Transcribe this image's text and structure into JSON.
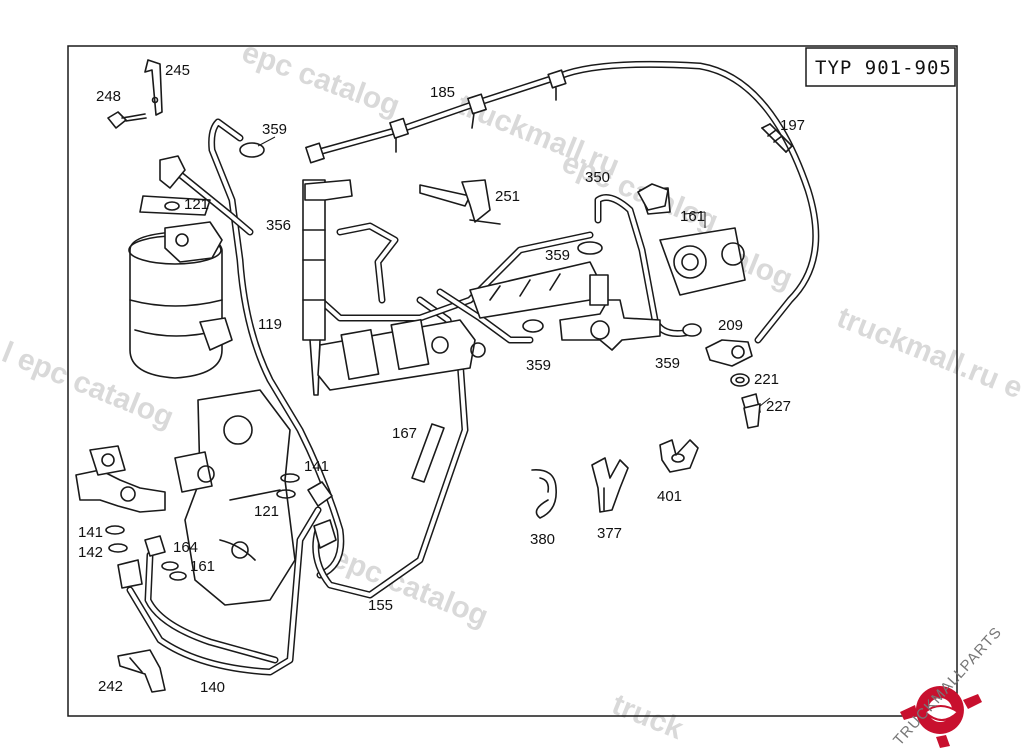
{
  "title_box": {
    "label": "TYP 901-905"
  },
  "watermarks": [
    "epc catalog",
    "truckmall.ru",
    "epc catalog",
    "catalog",
    "truckmall.ru e",
    "l epc catalog",
    "epc catalog",
    "truck"
  ],
  "brand": {
    "name": "TRUCKMALLPARTS",
    "color_primary": "#c8102e",
    "color_secondary": "#555555"
  },
  "callouts": [
    {
      "label": "245"
    },
    {
      "label": "248"
    },
    {
      "label": "359"
    },
    {
      "label": "185"
    },
    {
      "label": "197"
    },
    {
      "label": "121"
    },
    {
      "label": "356"
    },
    {
      "label": "251"
    },
    {
      "label": "350"
    },
    {
      "label": "161"
    },
    {
      "label": "359"
    },
    {
      "label": "119"
    },
    {
      "label": "209"
    },
    {
      "label": "359"
    },
    {
      "label": "359"
    },
    {
      "label": "221"
    },
    {
      "label": "227"
    },
    {
      "label": "167"
    },
    {
      "label": "141"
    },
    {
      "label": "401"
    },
    {
      "label": "121"
    },
    {
      "label": "380"
    },
    {
      "label": "377"
    },
    {
      "label": "141"
    },
    {
      "label": "142"
    },
    {
      "label": "164"
    },
    {
      "label": "161"
    },
    {
      "label": "155"
    },
    {
      "label": "242"
    },
    {
      "label": "140"
    }
  ]
}
